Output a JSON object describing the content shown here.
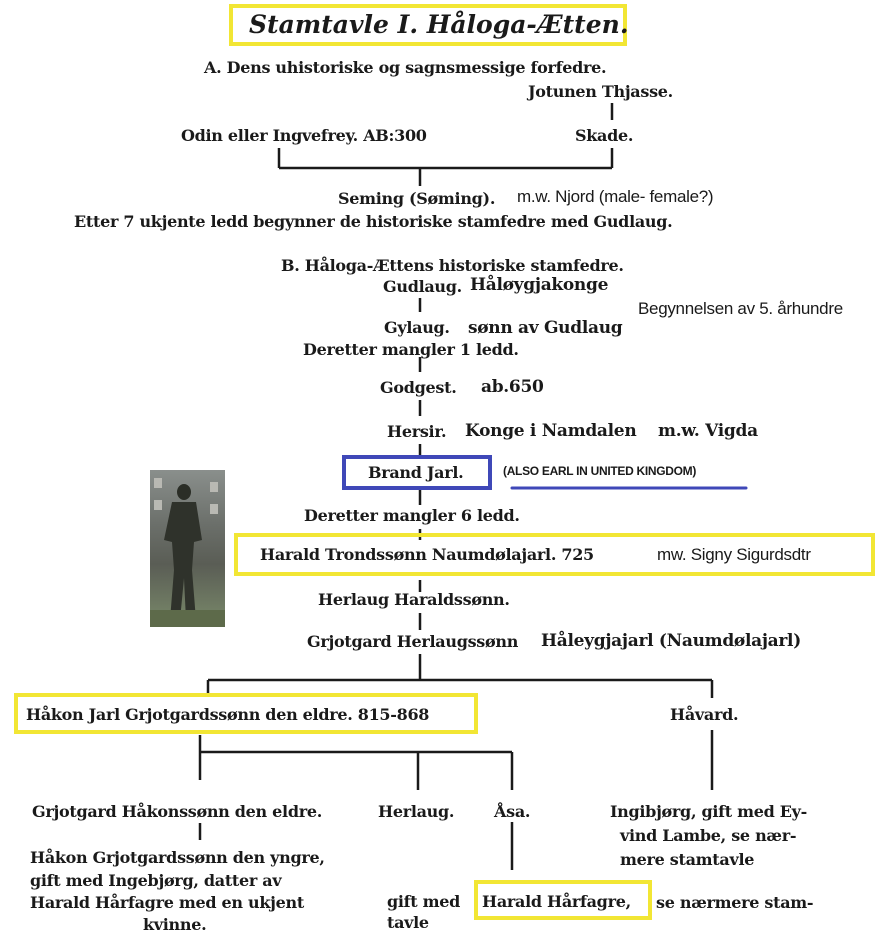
{
  "title": "Stamtavle I. Håloga-Ætten.",
  "section_a": {
    "heading": "A. Dens uhistoriske og sagnsmessige forfedre.",
    "jotun": "Jotunen Thjasse.",
    "odin": "Odin eller Ingvefrey. AB:300",
    "skade": "Skade.",
    "seming": "Seming (Søming).",
    "seming_note": "m.w. Njord (male- female?)",
    "transition": "Etter 7 ukjente ledd begynner de historiske stamfedre med Gudlaug."
  },
  "section_b": {
    "heading": "B. Håloga-Ættens historiske stamfedre.",
    "gudlaug": "Gudlaug.",
    "gudlaug_note": "Håløygjakonge",
    "century_note": "Begynnelsen av 5. århundre",
    "gylaug": "Gylaug.",
    "gylaug_note": "sønn av Gudlaug",
    "missing1": "Deretter mangler 1 ledd.",
    "godgest": "Godgest.",
    "godgest_note": "ab.650",
    "hersir": "Hersir.",
    "hersir_note1": "Konge i Namdalen",
    "hersir_note2": "m.w. Vigda",
    "brand": "Brand Jarl.",
    "brand_note": "(ALSO EARL  IN UNITED KINGDOM)",
    "missing6": "Deretter mangler 6 ledd.",
    "harald_t": "Harald Trondssønn Naumdølajarl. 725",
    "harald_t_note": "mw. Signy Sigurdsdtr",
    "herlaug": "Herlaug Haraldssønn.",
    "grjotgard": "Grjotgard Herlaugssønn",
    "grjotgard_note": "Håleygjajarl (Naumdølajarl)",
    "hakon": "Håkon Jarl Grjotgardssønn den eldre.  815-868",
    "havard": "Håvard.",
    "grjotgard_h": "Grjotgard Håkonssønn den eldre.",
    "herlaug2": "Herlaug.",
    "asa": "Åsa.",
    "ingibjorg": [
      "Ingibjørg, gift med Ey-",
      "vind Lambe, se nær-",
      "mere stamtavle"
    ],
    "hakon_g": [
      "Håkon Grjotgardssønn den yngre,",
      "gift med Ingebjørg, datter av",
      "Harald Hårfagre med en ukjent",
      "kvinne."
    ],
    "gift_med": "gift med",
    "harald_h": "Harald Hårfagre,",
    "se_naermere": "se nærmere stam-",
    "tavle": "tavle"
  }
}
